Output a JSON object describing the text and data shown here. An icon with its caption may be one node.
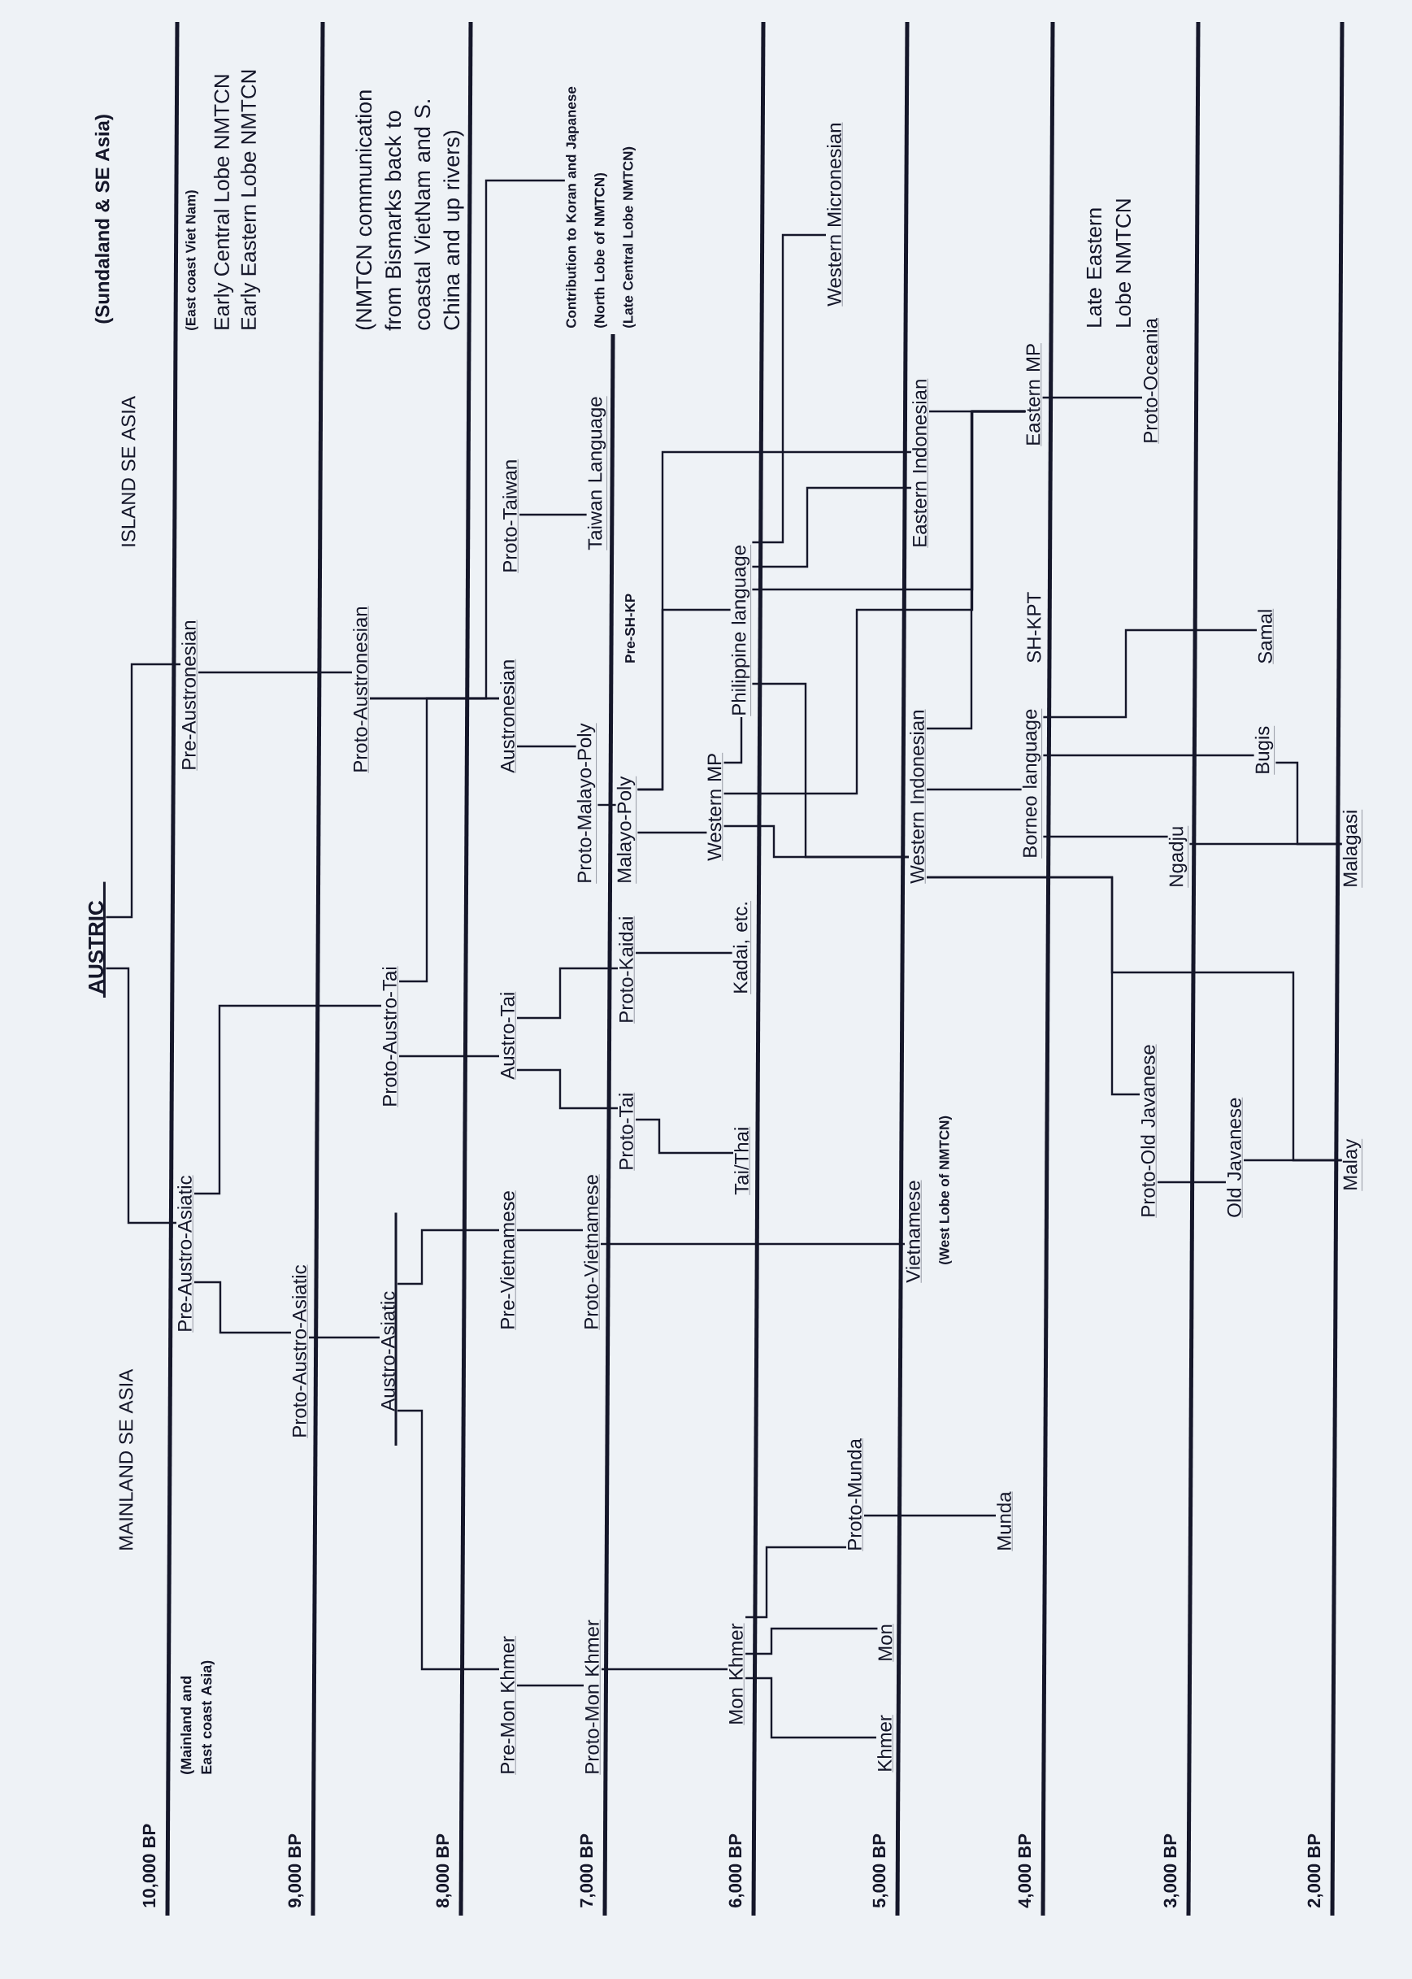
{
  "diagram": {
    "nodes": [
      {
        "text": [
          "AUSTRIC"
        ]
      },
      {
        "text": [
          "Pre-Austronesian"
        ]
      },
      {
        "text": [
          "Pre-Austro-Asiatic"
        ]
      },
      {
        "text": [
          "Proto-Austronesian"
        ]
      },
      {
        "text": [
          "Proto-Austro-Asiatic"
        ]
      },
      {
        "text": [
          "Proto-Austro-Tai"
        ]
      },
      {
        "text": [
          "Austro-Asiatic"
        ]
      },
      {
        "text": [
          "Austronesian"
        ]
      },
      {
        "text": [
          "Proto-Taiwan"
        ]
      },
      {
        "text": [
          "Contribution to Koran and Japanese",
          "(North Lobe of NMTCN)",
          "(Late Central Lobe NMTCN)"
        ]
      },
      {
        "text": [
          "Austro-Tai"
        ]
      },
      {
        "text": [
          "Pre-Vietnamese"
        ]
      },
      {
        "text": [
          "Pre-Mon Khmer"
        ]
      },
      {
        "text": [
          "Taiwan Language"
        ]
      },
      {
        "text": [
          "Proto-Malayo-Poly"
        ]
      },
      {
        "text": [
          "Proto-Vietnamese"
        ]
      },
      {
        "text": [
          "Proto-Mon Khmer"
        ]
      },
      {
        "text": [
          "Malayo-Poly"
        ]
      },
      {
        "text": [
          "Proto-Kaidai"
        ]
      },
      {
        "text": [
          "Proto-Tai"
        ]
      },
      {
        "text": [
          "Western MP"
        ]
      },
      {
        "text": [
          "Philippine language"
        ]
      },
      {
        "text": [
          "Western Micronesian"
        ]
      },
      {
        "text": [
          "Kadai, etc."
        ]
      },
      {
        "text": [
          "Tai/Thai"
        ]
      },
      {
        "text": [
          "Mon Khmer"
        ]
      },
      {
        "text": [
          "Eastern Indonesian"
        ]
      },
      {
        "text": [
          "Western Indonesian"
        ]
      },
      {
        "text": [
          "Vietnamese"
        ],
        "beside": [
          "(West Lobe of NMTCN)"
        ]
      },
      {
        "text": [
          "Proto-Munda"
        ]
      },
      {
        "text": [
          "Mon"
        ]
      },
      {
        "text": [
          "Khmer"
        ]
      },
      {
        "text": [
          "Eastern MP"
        ]
      },
      {
        "text": [
          "Borneo language"
        ]
      },
      {
        "text": [
          "Munda"
        ]
      },
      {
        "text": [
          "Proto-Oceania"
        ]
      },
      {
        "text": [
          "Proto-Old Javanese"
        ]
      },
      {
        "text": [
          "Ngadju"
        ]
      },
      {
        "text": [
          "Old Javanese"
        ]
      },
      {
        "text": [
          "Bugis"
        ]
      },
      {
        "text": [
          "Samal"
        ]
      },
      {
        "text": [
          "Malagasi"
        ]
      },
      {
        "text": [
          "Malay"
        ]
      }
    ],
    "edges": [
      {
        "from": 0,
        "to": 1,
        "arrow": "none"
      },
      {
        "from": 0,
        "to": 2,
        "arrow": "none"
      },
      {
        "from": 1,
        "to": 3,
        "arrow": "none"
      },
      {
        "from": 2,
        "to": 5,
        "arrow": "none"
      },
      {
        "from": 2,
        "to": 4,
        "arrow": "none"
      },
      {
        "from": 4,
        "to": 6,
        "arrow": "none"
      },
      {
        "from": 3,
        "to": 7,
        "arrow": "none"
      },
      {
        "from": 5,
        "to": 7,
        "arrow": "none"
      },
      {
        "from": 3,
        "to": 9,
        "arrow": "none"
      },
      {
        "from": 5,
        "to": 10,
        "arrow": "none"
      },
      {
        "from": 7,
        "to": 14,
        "arrow": "none"
      },
      {
        "from": 8,
        "to": 13,
        "arrow": "none"
      },
      {
        "from": 6,
        "to": 11,
        "arrow": "none"
      },
      {
        "from": 6,
        "to": 12,
        "arrow": "none"
      },
      {
        "from": 11,
        "to": 15,
        "arrow": "none"
      },
      {
        "from": 12,
        "to": 16,
        "arrow": "none"
      },
      {
        "from": 10,
        "to": 18,
        "arrow": "none"
      },
      {
        "from": 10,
        "to": 19,
        "arrow": "none"
      },
      {
        "from": 14,
        "to": 17,
        "arrow": "none"
      },
      {
        "from": 15,
        "to": 28,
        "arrow": "none"
      },
      {
        "from": 16,
        "to": 25,
        "arrow": "none"
      },
      {
        "from": 17,
        "to": 20,
        "arrow": "none"
      },
      {
        "from": 17,
        "to": 26,
        "arrow": "none"
      },
      {
        "from": 17,
        "to": 21,
        "arrow": "none"
      },
      {
        "from": 18,
        "to": 23,
        "arrow": "none"
      },
      {
        "from": 19,
        "to": 24,
        "arrow": "none"
      },
      {
        "from": 20,
        "to": 21,
        "arrow": "none"
      },
      {
        "from": 20,
        "to": 27,
        "arrow": "none"
      },
      {
        "from": 21,
        "to": 27,
        "arrow": "none"
      },
      {
        "from": 21,
        "to": 22,
        "arrow": "none"
      },
      {
        "from": 21,
        "to": 26,
        "arrow": "none"
      },
      {
        "from": 26,
        "to": 32,
        "arrow": "none"
      },
      {
        "from": 21,
        "to": 32,
        "arrow": "none"
      },
      {
        "from": 20,
        "to": 32,
        "arrow": "none"
      },
      {
        "from": 27,
        "to": 32,
        "arrow": "none"
      },
      {
        "from": 27,
        "to": 33,
        "arrow": "none"
      },
      {
        "from": 27,
        "to": 36,
        "arrow": "none"
      },
      {
        "from": 27,
        "to": 42,
        "arrow": "none"
      },
      {
        "from": 32,
        "to": 35,
        "arrow": "none"
      },
      {
        "from": 33,
        "to": 40,
        "arrow": "none"
      },
      {
        "from": 33,
        "to": 39,
        "arrow": "none"
      },
      {
        "from": 33,
        "to": 37,
        "arrow": "none"
      },
      {
        "from": 37,
        "to": 41,
        "arrow": "none"
      },
      {
        "from": 39,
        "to": 41,
        "arrow": "none"
      },
      {
        "from": 36,
        "to": 38,
        "arrow": "none"
      },
      {
        "from": 38,
        "to": 42,
        "arrow": "none"
      },
      {
        "from": 25,
        "to": 29,
        "arrow": "none"
      },
      {
        "from": 25,
        "to": 30,
        "arrow": "none"
      },
      {
        "from": 25,
        "to": 31,
        "arrow": "none"
      },
      {
        "from": 29,
        "to": 34,
        "arrow": "none"
      }
    ],
    "labels": [
      "MAINLAND SE ASIA",
      "ISLAND SE ASIA",
      "(Sundaland & SE Asia)",
      "10,000 BP",
      "(Mainland and East coast Asia)",
      "(East coast Viet Nam)",
      "Early Central Lobe NMTCN",
      "Early Eastern Lobe NMTCN",
      "9,000 BP",
      "8,000 BP",
      "(NMTCN communication from Bismarks back to coastal VietNam and S. China and up rivers)",
      "Pre-SH-KP",
      "7,000 BP",
      "6,000 BP",
      "5,000 BP",
      "4,000 BP",
      "SH-KPT",
      "Late Eastern Lobe NMTCN",
      "3,000 BP",
      "2,000 BP"
    ]
  }
}
